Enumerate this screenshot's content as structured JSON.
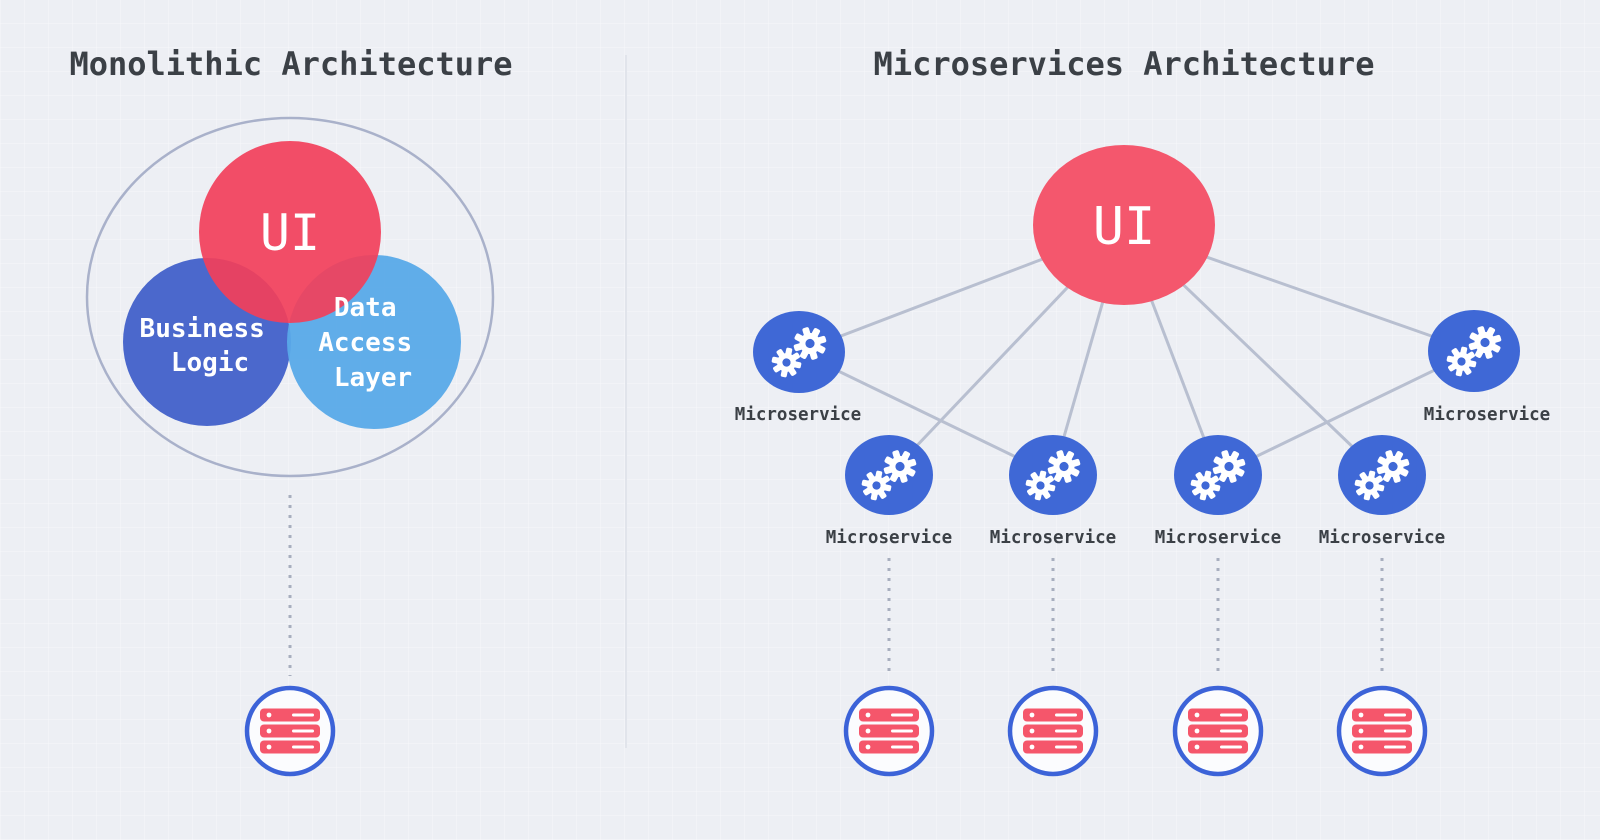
{
  "diagram": {
    "left": {
      "title": "Monolithic Architecture",
      "ui_label": "UI",
      "business_logic": {
        "line1": "Business",
        "line2": "Logic"
      },
      "data_access": {
        "line1": "Data",
        "line2": "Access",
        "line3": "Layer"
      }
    },
    "right": {
      "title": "Microservices Architecture",
      "ui_label": "UI",
      "labels": {
        "outer_left": "Microservice",
        "outer_right": "Microservice",
        "bottom_1": "Microservice",
        "bottom_2": "Microservice",
        "bottom_3": "Microservice",
        "bottom_4": "Microservice"
      }
    },
    "icons": {
      "gear": "gears-icon",
      "database": "database-server-icon"
    },
    "colors": {
      "background": "#edeff4",
      "red": "#f4576d",
      "node_blue": "#3f68d6",
      "business_blue": "#4b68cc",
      "data_blue": "#59a9e8",
      "boundary_outline": "#a9b1ca",
      "connector": "#b8bfd0",
      "dotted": "#a7aebe",
      "db_ring": "#3c63d8",
      "server_red": "#f5566b",
      "text": "#3b4046"
    }
  }
}
